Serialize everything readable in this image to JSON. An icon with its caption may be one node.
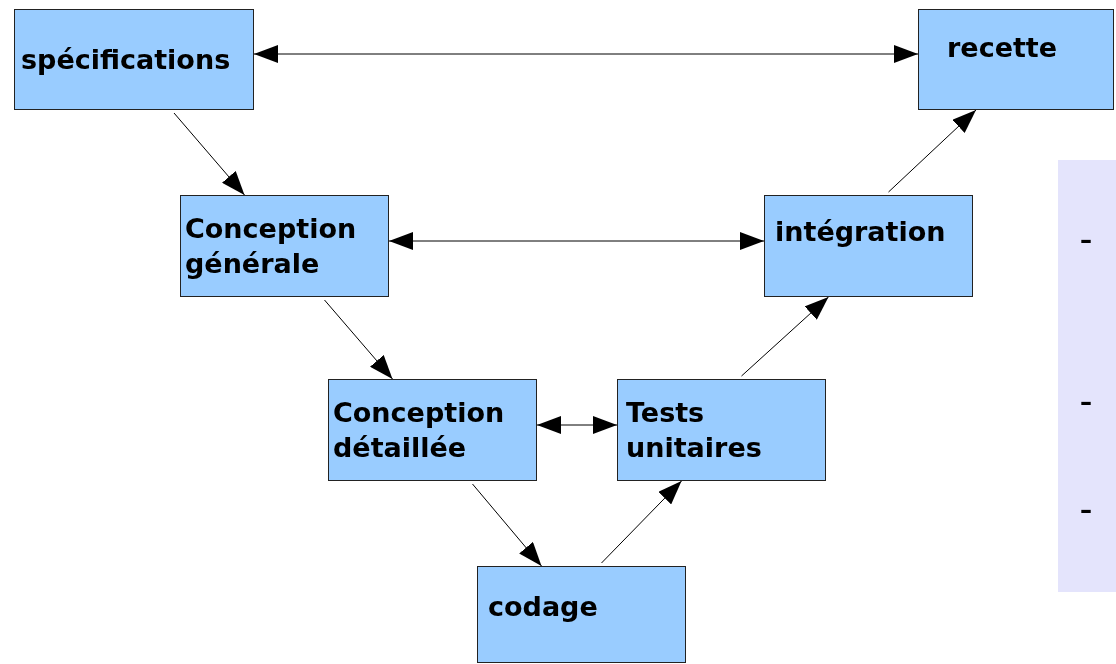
{
  "diagram": {
    "nodes": [
      {
        "text": [
          "spécifications"
        ]
      },
      {
        "text": [
          "recette"
        ]
      },
      {
        "text": [
          "Conception générale"
        ]
      },
      {
        "text": [
          "intégration"
        ]
      },
      {
        "text": [
          "Conception détaillée"
        ]
      },
      {
        "text": [
          "Tests unitaires"
        ]
      },
      {
        "text": [
          "codage"
        ]
      }
    ],
    "edges": [
      {
        "from": 0,
        "to": 1,
        "arrow": "both"
      },
      {
        "from": 0,
        "to": 2,
        "arrow": "to"
      },
      {
        "from": 2,
        "to": 3,
        "arrow": "both"
      },
      {
        "from": 2,
        "to": 4,
        "arrow": "to"
      },
      {
        "from": 4,
        "to": 5,
        "arrow": "both"
      },
      {
        "from": 4,
        "to": 6,
        "arrow": "to"
      },
      {
        "from": 6,
        "to": 5,
        "arrow": "to"
      },
      {
        "from": 5,
        "to": 3,
        "arrow": "to"
      },
      {
        "from": 3,
        "to": 1,
        "arrow": "to"
      }
    ],
    "labels": [
      "–",
      "–",
      "–"
    ]
  }
}
